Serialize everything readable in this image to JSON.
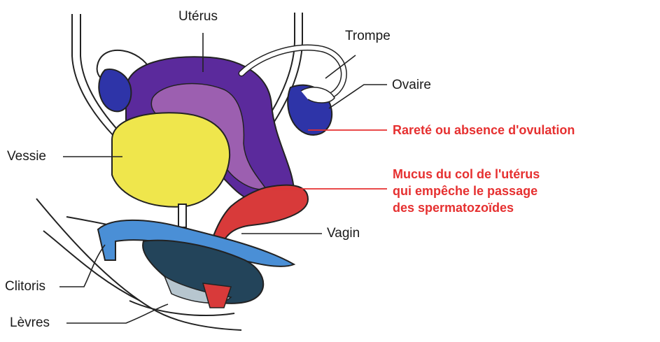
{
  "labels": {
    "uterus": "Utérus",
    "tube": "Trompe",
    "ovary": "Ovaire",
    "bladder": "Vessie",
    "vagina": "Vagin",
    "clitoris": "Clitoris",
    "labia": "Lèvres"
  },
  "annotations": {
    "ovulation": "Rareté ou absence d'ovulation",
    "mucus_line1": "Mucus du col de l'utérus",
    "mucus_line2": "qui empêche le passage",
    "mucus_line3": "des spermatozoïdes"
  },
  "colors": {
    "uterus": "#5b2a9c",
    "uterus_inner": "#9c5fb0",
    "bladder": "#efe64c",
    "ovary": "#2e34a8",
    "vagina": "#d83a3a",
    "clitoris_blue": "#4a8fd6",
    "annotation_red": "#e63030"
  }
}
